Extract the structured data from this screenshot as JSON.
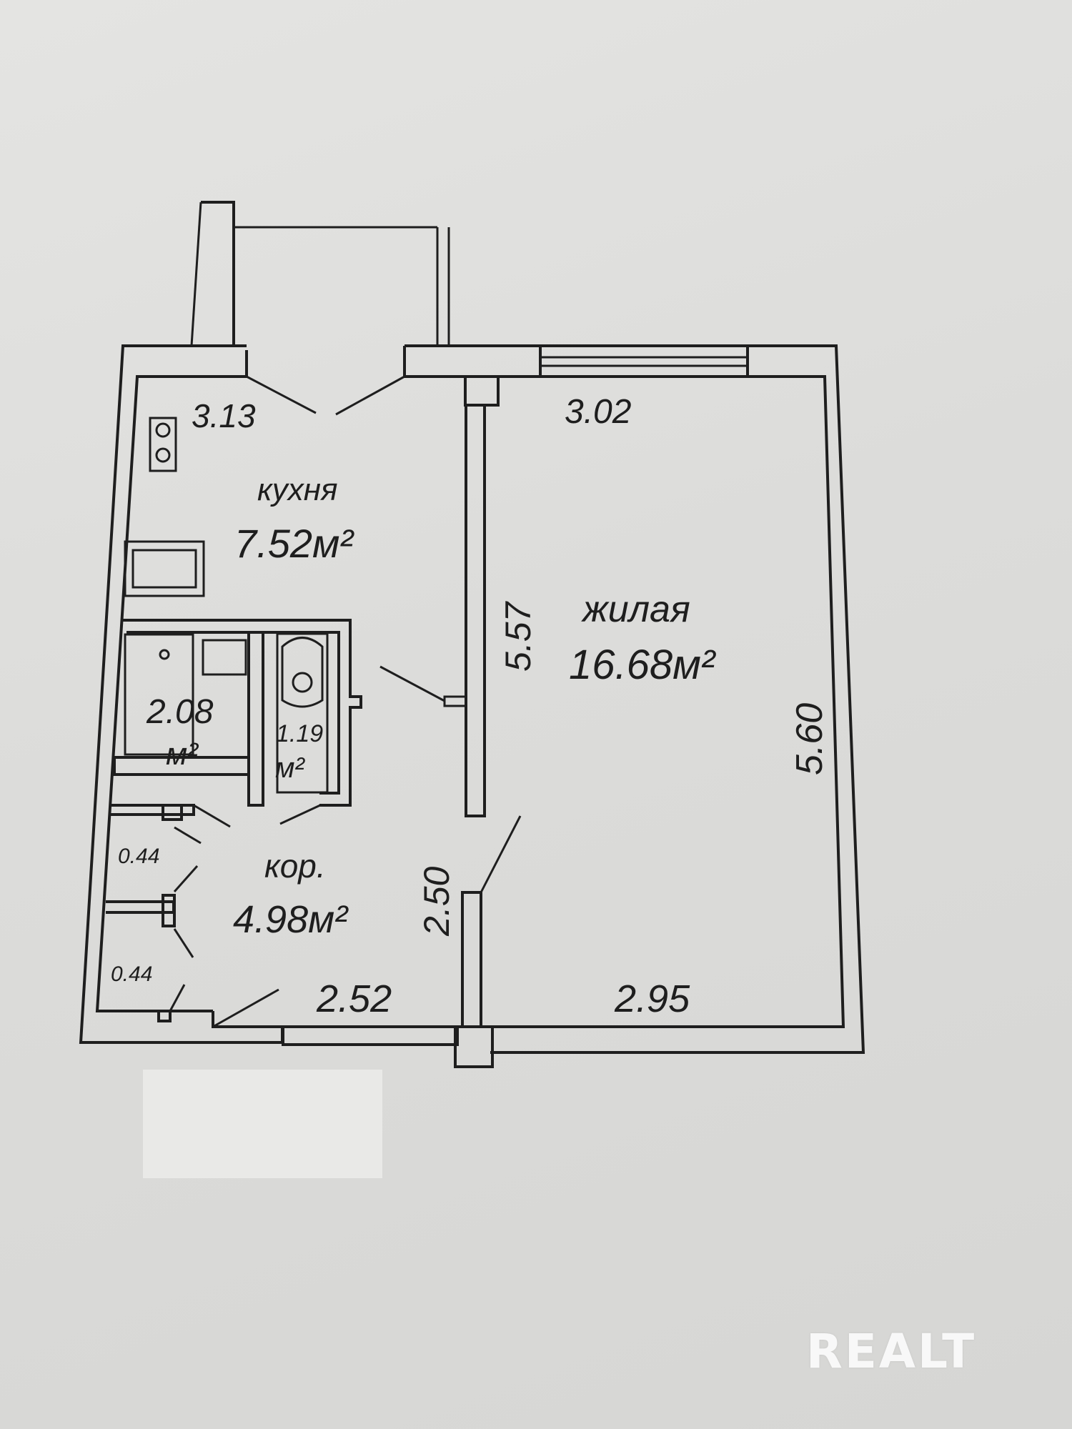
{
  "plan": {
    "rooms": {
      "kitchen": {
        "name": "кухня",
        "area": "7.52м²"
      },
      "living": {
        "name": "жилая",
        "area": "16.68м²"
      },
      "bathroom": {
        "area_value": "2.08",
        "area_unit": "м²"
      },
      "toilet": {
        "area_value": "1.19",
        "area_unit": "м²"
      },
      "corridor": {
        "name": "кор.",
        "area": "4.98м²"
      },
      "closet_upper": {
        "area": "0.44"
      },
      "closet_lower": {
        "area": "0.44"
      }
    },
    "dimensions": {
      "kitchen_width": "3.13",
      "living_width_top": "3.02",
      "partition_length": "5.57",
      "living_length": "5.60",
      "corridor_length": "2.50",
      "corridor_width": "2.52",
      "living_width_bottom": "2.95"
    }
  },
  "watermark": {
    "text": "REALT"
  }
}
